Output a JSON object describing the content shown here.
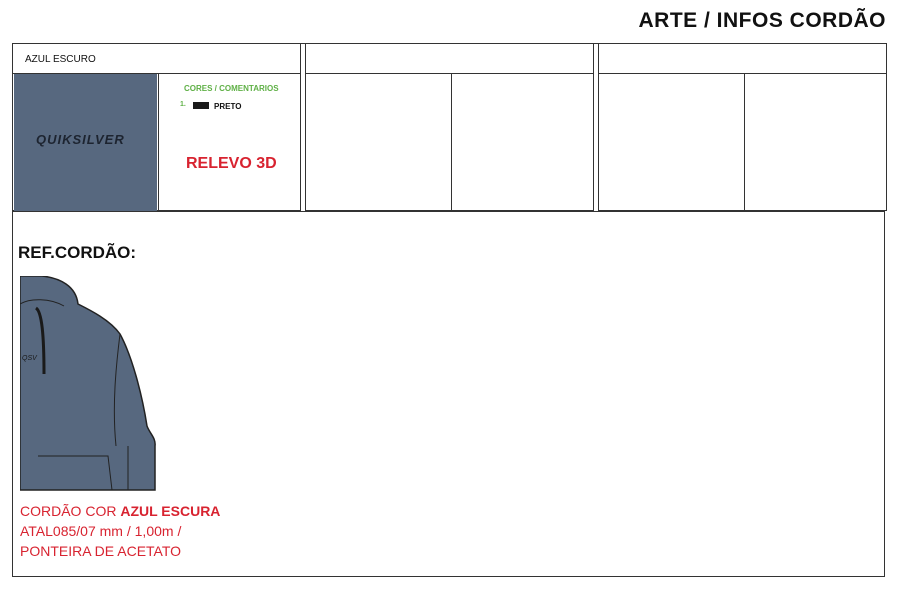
{
  "header": {
    "title": "ARTE  /  INFOS CORDÃO"
  },
  "colorway": {
    "name": "AZUL ESCURO",
    "swatch_color": "#57687f",
    "logo_text": "QUIKSILVER",
    "cores_header": "CORES / COMENTARIOS",
    "items": [
      {
        "number": "1.",
        "color": "#1a1a1a",
        "label": "PRETO"
      }
    ],
    "note": "RELEVO 3D"
  },
  "reference": {
    "title": "REF.CORDÃO:",
    "garment_color": "#57687f",
    "cord_color": "#1a1a1a",
    "desc_prefix": "CORDÃO COR ",
    "desc_color": "AZUL ESCURA",
    "desc_line2": "ATAL085/07 mm / 1,00m /",
    "desc_line3": "PONTEIRA DE ACETATO"
  },
  "accent_color": "#d82330",
  "green_color": "#5fb046"
}
